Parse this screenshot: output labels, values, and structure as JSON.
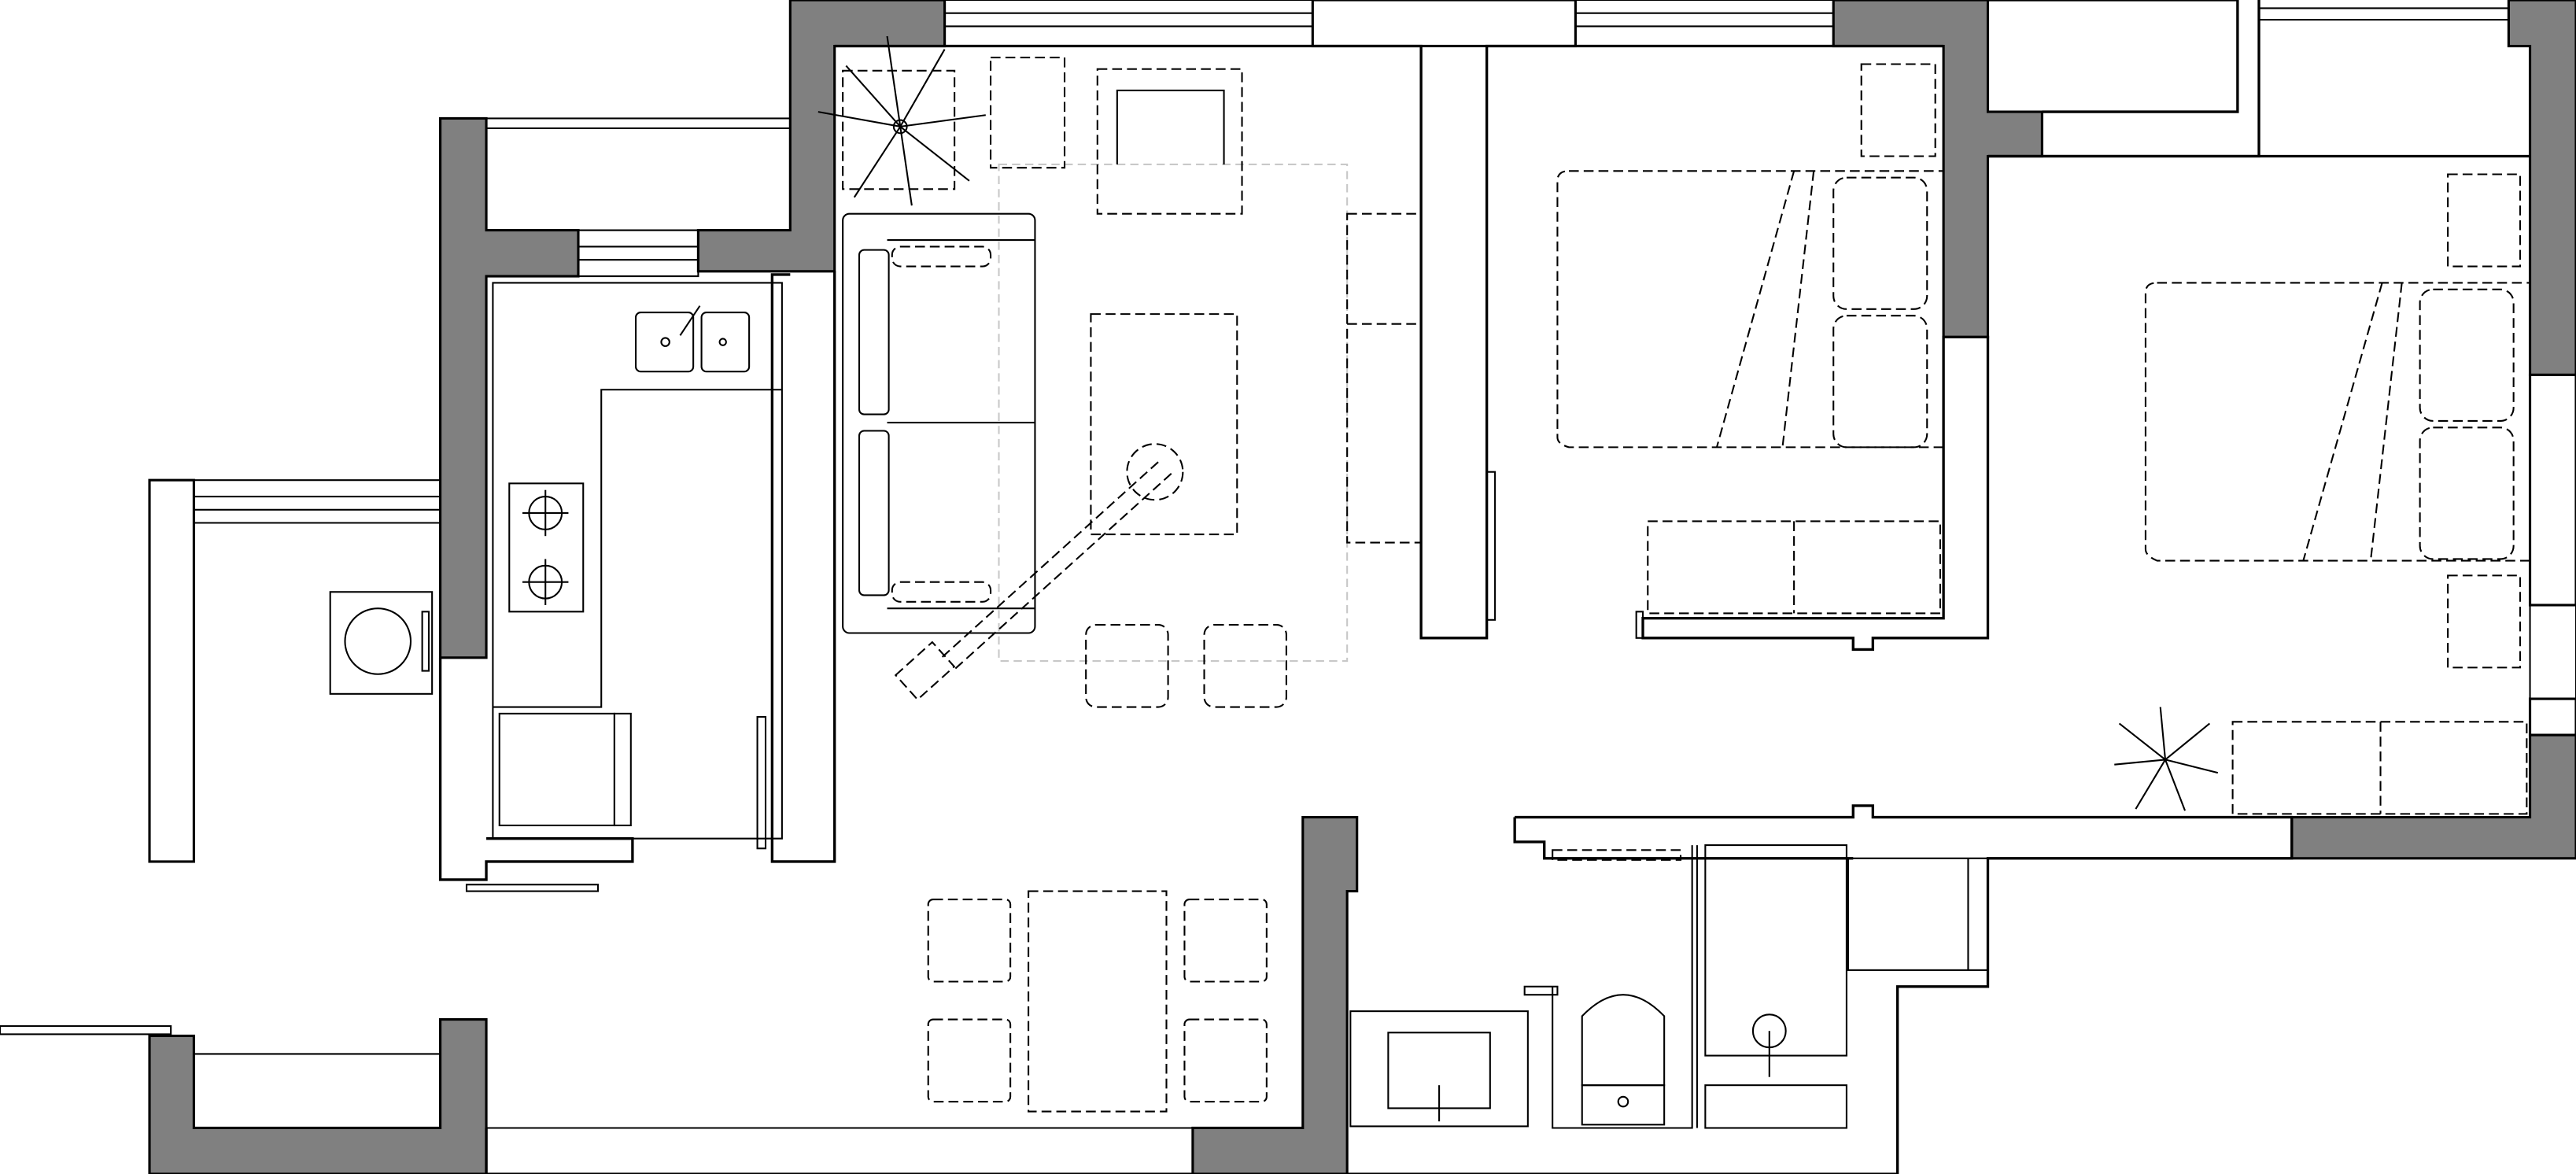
{
  "plan": {
    "colors": {
      "wall_fill": "#808080",
      "line": "#000000",
      "background": "#ffffff",
      "rug": "#c8c8c8"
    },
    "rooms": [
      "kitchen",
      "living-room",
      "dining-area",
      "bedroom-1",
      "bedroom-2",
      "bathroom",
      "laundry-balcony",
      "balcony"
    ]
  }
}
